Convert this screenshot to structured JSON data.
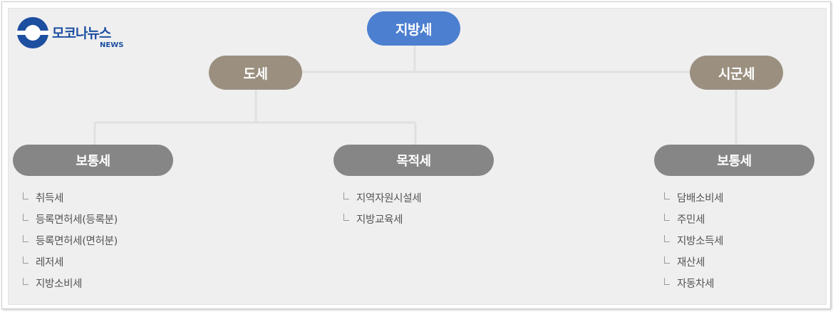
{
  "logo": {
    "name": "모코나뉴스",
    "sub": "NEWS",
    "colors": {
      "primary": "#1d4fa0"
    }
  },
  "tree": {
    "root": {
      "label": "지방세",
      "color": "#4d7fd0"
    },
    "branches": [
      {
        "label": "도세",
        "color": "#9b9080",
        "children": [
          {
            "label": "보통세",
            "color": "#868686",
            "items": [
              "취득세",
              "등록면허세(등록분)",
              "등록면허세(면허분)",
              "레저세",
              "지방소비세"
            ]
          },
          {
            "label": "목적세",
            "color": "#868686",
            "items": [
              "지역자원시설세",
              "지방교육세"
            ]
          }
        ]
      },
      {
        "label": "시군세",
        "color": "#9b9080",
        "children": [
          {
            "label": "보통세",
            "color": "#868686",
            "items": [
              "담배소비세",
              "주민세",
              "지방소득세",
              "재산세",
              "자동차세"
            ]
          }
        ]
      }
    ]
  }
}
